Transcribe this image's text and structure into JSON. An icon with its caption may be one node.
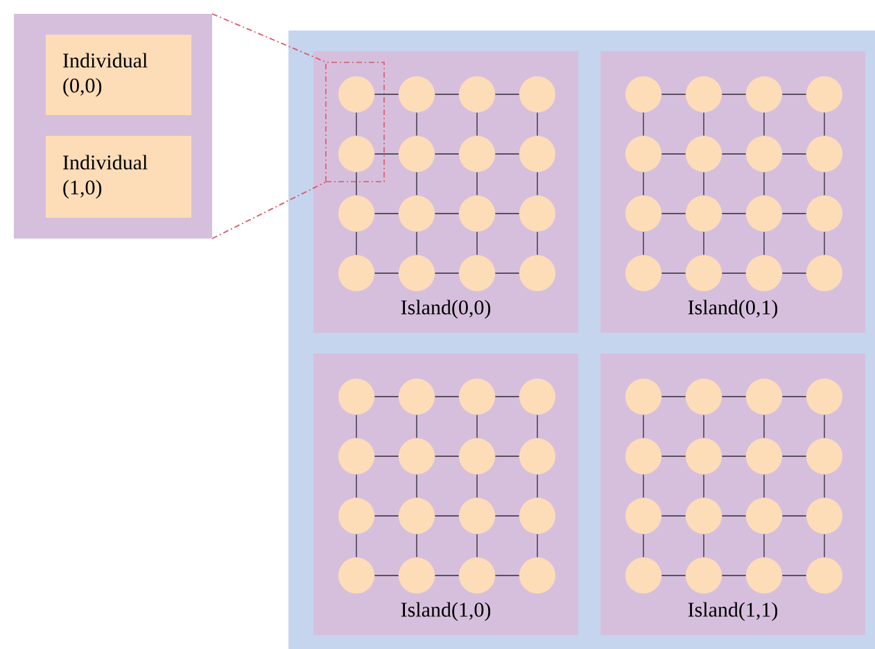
{
  "diagram": {
    "nodes": [
      {
        "text": [],
        "shape": "box"
      },
      {
        "text": [
          "Individual (0,0)"
        ],
        "in": 0
      },
      {
        "text": [
          "Individual (1,0)"
        ],
        "in": 0
      },
      {
        "text": [],
        "shape": "box"
      },
      {
        "text": [
          "Island(0,0)"
        ],
        "in": 3
      },
      {
        "text": [],
        "shape": "box",
        "in": 4
      },
      {
        "text": [],
        "shape": "circle",
        "in": 5
      },
      {
        "text": [],
        "shape": "circle",
        "in": 4
      },
      {
        "text": [],
        "shape": "circle",
        "in": 4
      },
      {
        "text": [],
        "shape": "circle",
        "in": 4
      },
      {
        "text": [],
        "shape": "circle",
        "in": 5
      },
      {
        "text": [],
        "shape": "circle",
        "in": 4
      },
      {
        "text": [],
        "shape": "circle",
        "in": 4
      },
      {
        "text": [],
        "shape": "circle",
        "in": 4
      },
      {
        "text": [],
        "shape": "circle",
        "in": 4
      },
      {
        "text": [],
        "shape": "circle",
        "in": 4
      },
      {
        "text": [],
        "shape": "circle",
        "in": 4
      },
      {
        "text": [],
        "shape": "circle",
        "in": 4
      },
      {
        "text": [],
        "shape": "circle",
        "in": 4
      },
      {
        "text": [],
        "shape": "circle",
        "in": 4
      },
      {
        "text": [],
        "shape": "circle",
        "in": 4
      },
      {
        "text": [],
        "shape": "circle",
        "in": 4
      },
      {
        "text": [
          "Island(0,1)"
        ],
        "in": 3
      },
      {
        "text": [],
        "shape": "circle",
        "in": 22
      },
      {
        "text": [],
        "shape": "circle",
        "in": 22
      },
      {
        "text": [],
        "shape": "circle",
        "in": 22
      },
      {
        "text": [],
        "shape": "circle",
        "in": 22
      },
      {
        "text": [],
        "shape": "circle",
        "in": 22
      },
      {
        "text": [],
        "shape": "circle",
        "in": 22
      },
      {
        "text": [],
        "shape": "circle",
        "in": 22
      },
      {
        "text": [],
        "shape": "circle",
        "in": 22
      },
      {
        "text": [],
        "shape": "circle",
        "in": 22
      },
      {
        "text": [],
        "shape": "circle",
        "in": 22
      },
      {
        "text": [],
        "shape": "circle",
        "in": 22
      },
      {
        "text": [],
        "shape": "circle",
        "in": 22
      },
      {
        "text": [],
        "shape": "circle",
        "in": 22
      },
      {
        "text": [],
        "shape": "circle",
        "in": 22
      },
      {
        "text": [],
        "shape": "circle",
        "in": 22
      },
      {
        "text": [],
        "shape": "circle",
        "in": 22
      },
      {
        "text": [
          "Island(1,0)"
        ],
        "in": 3
      },
      {
        "text": [],
        "shape": "circle",
        "in": 39
      },
      {
        "text": [],
        "shape": "circle",
        "in": 39
      },
      {
        "text": [],
        "shape": "circle",
        "in": 39
      },
      {
        "text": [],
        "shape": "circle",
        "in": 39
      },
      {
        "text": [],
        "shape": "circle",
        "in": 39
      },
      {
        "text": [],
        "shape": "circle",
        "in": 39
      },
      {
        "text": [],
        "shape": "circle",
        "in": 39
      },
      {
        "text": [],
        "shape": "circle",
        "in": 39
      },
      {
        "text": [],
        "shape": "circle",
        "in": 39
      },
      {
        "text": [],
        "shape": "circle",
        "in": 39
      },
      {
        "text": [],
        "shape": "circle",
        "in": 39
      },
      {
        "text": [],
        "shape": "circle",
        "in": 39
      },
      {
        "text": [],
        "shape": "circle",
        "in": 39
      },
      {
        "text": [],
        "shape": "circle",
        "in": 39
      },
      {
        "text": [],
        "shape": "circle",
        "in": 39
      },
      {
        "text": [],
        "shape": "circle",
        "in": 39
      },
      {
        "text": [
          "Island(1,1)"
        ],
        "in": 3
      },
      {
        "text": [],
        "shape": "circle",
        "in": 56
      },
      {
        "text": [],
        "shape": "circle",
        "in": 56
      },
      {
        "text": [],
        "shape": "circle",
        "in": 56
      },
      {
        "text": [],
        "shape": "circle",
        "in": 56
      },
      {
        "text": [],
        "shape": "circle",
        "in": 56
      },
      {
        "text": [],
        "shape": "circle",
        "in": 56
      },
      {
        "text": [],
        "shape": "circle",
        "in": 56
      },
      {
        "text": [],
        "shape": "circle",
        "in": 56
      },
      {
        "text": [],
        "shape": "circle",
        "in": 56
      },
      {
        "text": [],
        "shape": "circle",
        "in": 56
      },
      {
        "text": [],
        "shape": "circle",
        "in": 56
      },
      {
        "text": [],
        "shape": "circle",
        "in": 56
      },
      {
        "text": [],
        "shape": "circle",
        "in": 56
      },
      {
        "text": [],
        "shape": "circle",
        "in": 56
      },
      {
        "text": [],
        "shape": "circle",
        "in": 56
      },
      {
        "text": [],
        "shape": "circle",
        "in": 56
      }
    ],
    "edges": [
      {
        "from": 6,
        "to": 7,
        "arrow": "none"
      },
      {
        "from": 7,
        "to": 8,
        "arrow": "none"
      },
      {
        "from": 8,
        "to": 9,
        "arrow": "none"
      },
      {
        "from": 10,
        "to": 11,
        "arrow": "none"
      },
      {
        "from": 11,
        "to": 12,
        "arrow": "none"
      },
      {
        "from": 12,
        "to": 13,
        "arrow": "none"
      },
      {
        "from": 14,
        "to": 15,
        "arrow": "none"
      },
      {
        "from": 15,
        "to": 16,
        "arrow": "none"
      },
      {
        "from": 16,
        "to": 17,
        "arrow": "none"
      },
      {
        "from": 18,
        "to": 19,
        "arrow": "none"
      },
      {
        "from": 19,
        "to": 20,
        "arrow": "none"
      },
      {
        "from": 20,
        "to": 21,
        "arrow": "none"
      },
      {
        "from": 6,
        "to": 10,
        "arrow": "none"
      },
      {
        "from": 7,
        "to": 11,
        "arrow": "none"
      },
      {
        "from": 8,
        "to": 12,
        "arrow": "none"
      },
      {
        "from": 9,
        "to": 13,
        "arrow": "none"
      },
      {
        "from": 10,
        "to": 14,
        "arrow": "none"
      },
      {
        "from": 11,
        "to": 15,
        "arrow": "none"
      },
      {
        "from": 12,
        "to": 16,
        "arrow": "none"
      },
      {
        "from": 13,
        "to": 17,
        "arrow": "none"
      },
      {
        "from": 14,
        "to": 18,
        "arrow": "none"
      },
      {
        "from": 15,
        "to": 19,
        "arrow": "none"
      },
      {
        "from": 16,
        "to": 20,
        "arrow": "none"
      },
      {
        "from": 17,
        "to": 21,
        "arrow": "none"
      },
      {
        "from": 23,
        "to": 24,
        "arrow": "none"
      },
      {
        "from": 24,
        "to": 25,
        "arrow": "none"
      },
      {
        "from": 25,
        "to": 26,
        "arrow": "none"
      },
      {
        "from": 27,
        "to": 28,
        "arrow": "none"
      },
      {
        "from": 28,
        "to": 29,
        "arrow": "none"
      },
      {
        "from": 29,
        "to": 30,
        "arrow": "none"
      },
      {
        "from": 31,
        "to": 32,
        "arrow": "none"
      },
      {
        "from": 32,
        "to": 33,
        "arrow": "none"
      },
      {
        "from": 33,
        "to": 34,
        "arrow": "none"
      },
      {
        "from": 35,
        "to": 36,
        "arrow": "none"
      },
      {
        "from": 36,
        "to": 37,
        "arrow": "none"
      },
      {
        "from": 37,
        "to": 38,
        "arrow": "none"
      },
      {
        "from": 23,
        "to": 27,
        "arrow": "none"
      },
      {
        "from": 24,
        "to": 28,
        "arrow": "none"
      },
      {
        "from": 25,
        "to": 29,
        "arrow": "none"
      },
      {
        "from": 26,
        "to": 30,
        "arrow": "none"
      },
      {
        "from": 27,
        "to": 31,
        "arrow": "none"
      },
      {
        "from": 28,
        "to": 32,
        "arrow": "none"
      },
      {
        "from": 29,
        "to": 33,
        "arrow": "none"
      },
      {
        "from": 30,
        "to": 34,
        "arrow": "none"
      },
      {
        "from": 31,
        "to": 35,
        "arrow": "none"
      },
      {
        "from": 32,
        "to": 36,
        "arrow": "none"
      },
      {
        "from": 33,
        "to": 37,
        "arrow": "none"
      },
      {
        "from": 34,
        "to": 38,
        "arrow": "none"
      },
      {
        "from": 40,
        "to": 41,
        "arrow": "none"
      },
      {
        "from": 41,
        "to": 42,
        "arrow": "none"
      },
      {
        "from": 42,
        "to": 43,
        "arrow": "none"
      },
      {
        "from": 44,
        "to": 45,
        "arrow": "none"
      },
      {
        "from": 45,
        "to": 46,
        "arrow": "none"
      },
      {
        "from": 46,
        "to": 47,
        "arrow": "none"
      },
      {
        "from": 48,
        "to": 49,
        "arrow": "none"
      },
      {
        "from": 49,
        "to": 50,
        "arrow": "none"
      },
      {
        "from": 50,
        "to": 51,
        "arrow": "none"
      },
      {
        "from": 52,
        "to": 53,
        "arrow": "none"
      },
      {
        "from": 53,
        "to": 54,
        "arrow": "none"
      },
      {
        "from": 54,
        "to": 55,
        "arrow": "none"
      },
      {
        "from": 40,
        "to": 44,
        "arrow": "none"
      },
      {
        "from": 41,
        "to": 45,
        "arrow": "none"
      },
      {
        "from": 42,
        "to": 46,
        "arrow": "none"
      },
      {
        "from": 43,
        "to": 47,
        "arrow": "none"
      },
      {
        "from": 44,
        "to": 48,
        "arrow": "none"
      },
      {
        "from": 45,
        "to": 49,
        "arrow": "none"
      },
      {
        "from": 46,
        "to": 50,
        "arrow": "none"
      },
      {
        "from": 47,
        "to": 51,
        "arrow": "none"
      },
      {
        "from": 48,
        "to": 52,
        "arrow": "none"
      },
      {
        "from": 49,
        "to": 53,
        "arrow": "none"
      },
      {
        "from": 50,
        "to": 54,
        "arrow": "none"
      },
      {
        "from": 51,
        "to": 55,
        "arrow": "none"
      },
      {
        "from": 57,
        "to": 58,
        "arrow": "none"
      },
      {
        "from": 58,
        "to": 59,
        "arrow": "none"
      },
      {
        "from": 59,
        "to": 60,
        "arrow": "none"
      },
      {
        "from": 61,
        "to": 62,
        "arrow": "none"
      },
      {
        "from": 62,
        "to": 63,
        "arrow": "none"
      },
      {
        "from": 63,
        "to": 64,
        "arrow": "none"
      },
      {
        "from": 65,
        "to": 66,
        "arrow": "none"
      },
      {
        "from": 66,
        "to": 67,
        "arrow": "none"
      },
      {
        "from": 67,
        "to": 68,
        "arrow": "none"
      },
      {
        "from": 69,
        "to": 70,
        "arrow": "none"
      },
      {
        "from": 70,
        "to": 71,
        "arrow": "none"
      },
      {
        "from": 71,
        "to": 72,
        "arrow": "none"
      },
      {
        "from": 57,
        "to": 61,
        "arrow": "none"
      },
      {
        "from": 58,
        "to": 62,
        "arrow": "none"
      },
      {
        "from": 59,
        "to": 63,
        "arrow": "none"
      },
      {
        "from": 60,
        "to": 64,
        "arrow": "none"
      },
      {
        "from": 61,
        "to": 65,
        "arrow": "none"
      },
      {
        "from": 62,
        "to": 66,
        "arrow": "none"
      },
      {
        "from": 63,
        "to": 67,
        "arrow": "none"
      },
      {
        "from": 64,
        "to": 68,
        "arrow": "none"
      },
      {
        "from": 65,
        "to": 69,
        "arrow": "none"
      },
      {
        "from": 66,
        "to": 70,
        "arrow": "none"
      },
      {
        "from": 67,
        "to": 71,
        "arrow": "none"
      },
      {
        "from": 68,
        "to": 72,
        "arrow": "none"
      },
      {
        "from": 0,
        "to": 5,
        "arrow": "none",
        "style": "dashed",
        "color": "#d9576b"
      },
      {
        "from": 0,
        "to": 5,
        "arrow": "none",
        "style": "dashed",
        "color": "#d9576b"
      }
    ]
  }
}
